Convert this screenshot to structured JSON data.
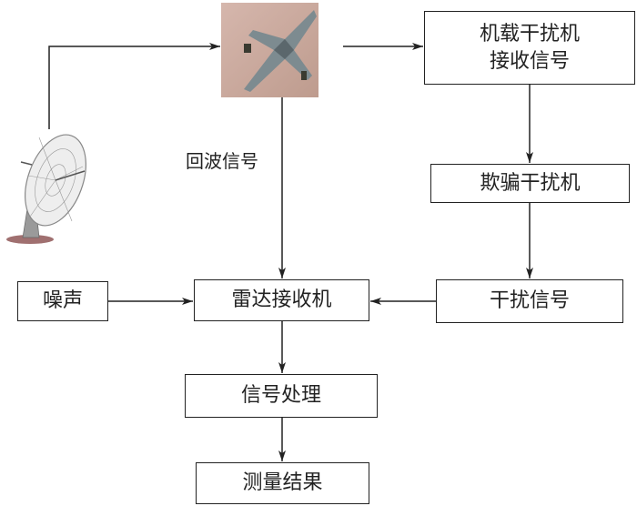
{
  "nodes": {
    "jammer_receive": [
      "机载干扰机",
      "接收信号"
    ],
    "deception_jammer": "欺骗干扰机",
    "jamming_signal": "干扰信号",
    "radar_receiver": "雷达接收机",
    "noise": "噪声",
    "signal_processing": "信号处理",
    "measurement_result": "测量结果"
  },
  "edge_labels": {
    "echo_signal": "回波信号"
  },
  "icons": {
    "aircraft": "fighter-jet-photo",
    "radar": "radar-dish"
  }
}
